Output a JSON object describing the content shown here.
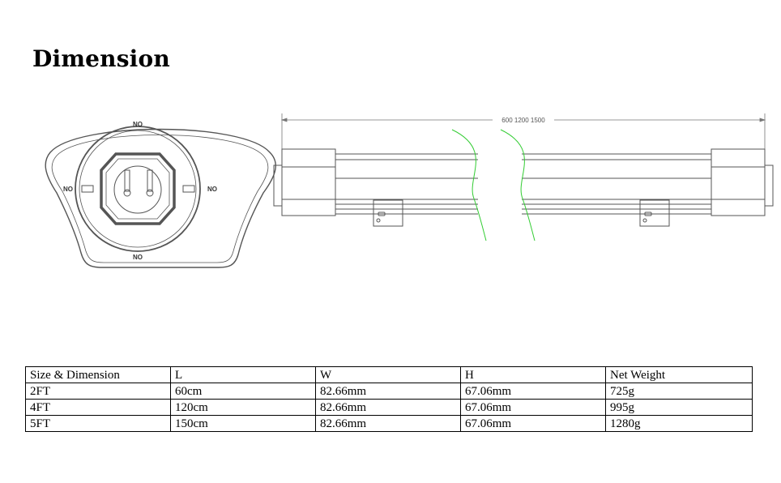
{
  "heading": "Dimension",
  "drawing": {
    "top_mark": "NO",
    "bottom_mark": "NO",
    "left_mark": "NO",
    "right_mark": "NO",
    "length_label": "600 1200 1500",
    "line_color": "#555555",
    "break_color": "#33cc33"
  },
  "table": {
    "headers": [
      "Size & Dimension",
      "L",
      "W",
      "H",
      "Net Weight"
    ],
    "rows": [
      [
        "2FT",
        "60cm",
        "82.66mm",
        "67.06mm",
        "725g"
      ],
      [
        "4FT",
        "120cm",
        "82.66mm",
        "67.06mm",
        "995g"
      ],
      [
        "5FT",
        "150cm",
        "82.66mm",
        "67.06mm",
        "1280g"
      ]
    ]
  }
}
